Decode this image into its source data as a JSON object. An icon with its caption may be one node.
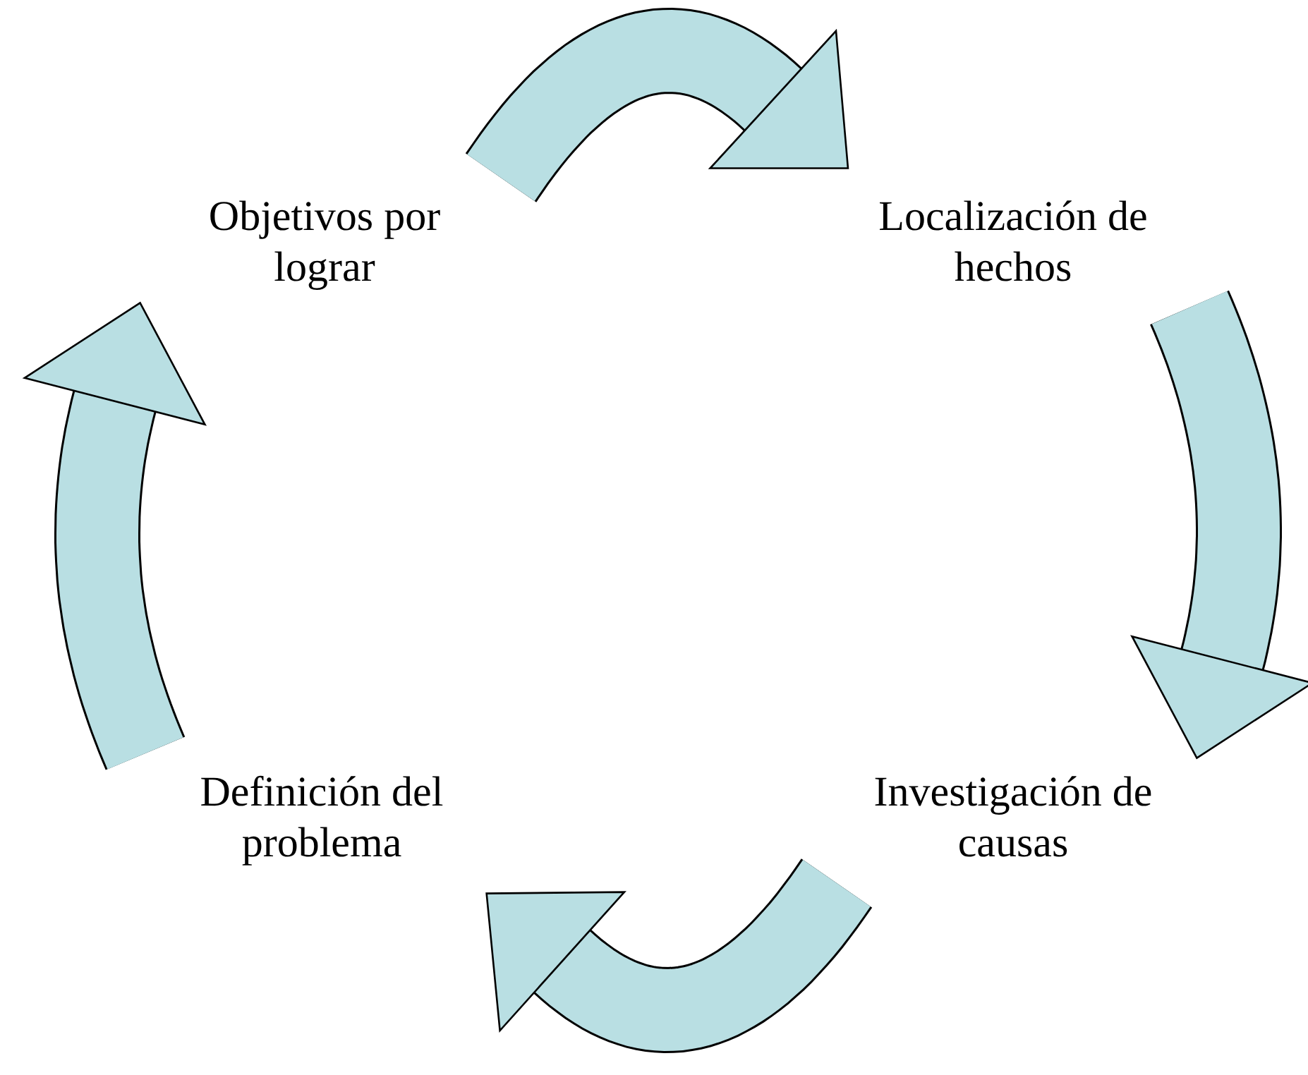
{
  "diagram": {
    "nodes": [
      {
        "text": [
          "Objetivos por lograr"
        ]
      },
      {
        "text": [
          "Localización de hechos"
        ]
      },
      {
        "text": [
          "Investigación de causas"
        ]
      },
      {
        "text": [
          "Definición del problema"
        ]
      }
    ],
    "edges": [
      {
        "from": 0,
        "to": 1,
        "arrow": "to"
      },
      {
        "from": 1,
        "to": 2,
        "arrow": "to"
      },
      {
        "from": 2,
        "to": 3,
        "arrow": "to"
      },
      {
        "from": 3,
        "to": 0,
        "arrow": "to"
      }
    ]
  }
}
